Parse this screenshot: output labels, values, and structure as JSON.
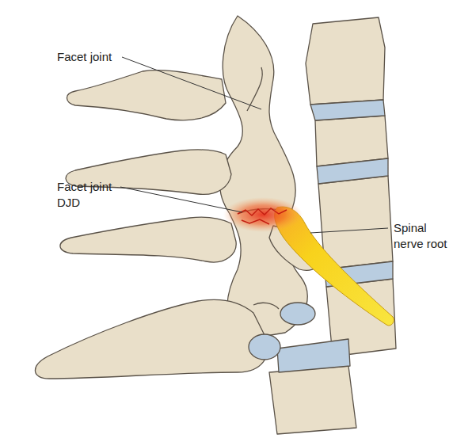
{
  "diagram": {
    "labels": [
      "Facet joint",
      "Facet joint DJD",
      "Spinal nerve root"
    ]
  }
}
